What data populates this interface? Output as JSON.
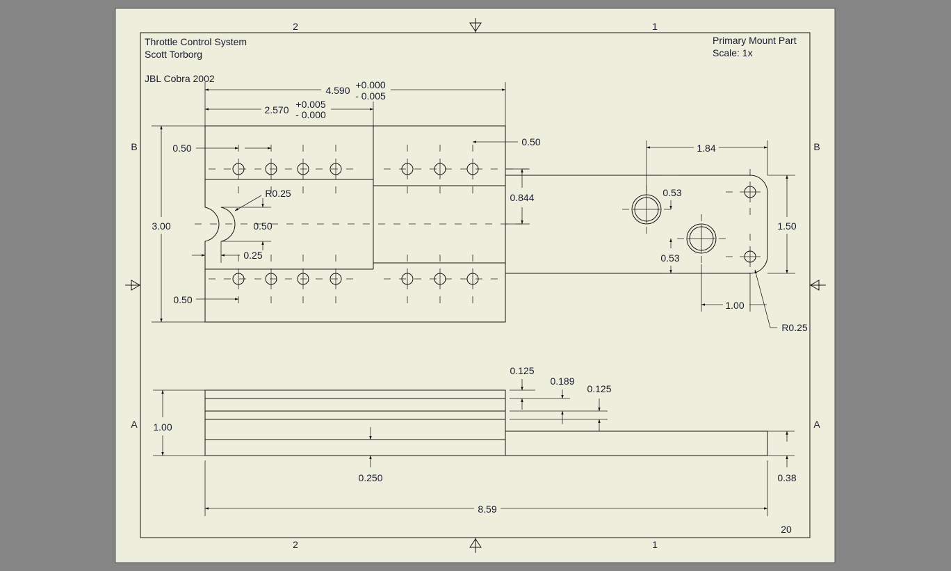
{
  "title_block": {
    "project": "Throttle Control System",
    "author": "Scott Torborg",
    "vehicle": "JBL Cobra 2002",
    "part_name": "Primary Mount Part",
    "scale": "Scale: 1x",
    "sheet_number": "20"
  },
  "zones": {
    "top_left": "2",
    "top_right": "1",
    "bottom_left": "2",
    "bottom_right": "1",
    "left_upper": "B",
    "left_lower": "A",
    "right_upper": "B",
    "right_lower": "A"
  },
  "dimensions": {
    "overall_length": "4.590",
    "overall_tol_plus": "+0.000",
    "overall_tol_minus": "- 0.005",
    "step_length": "2.570",
    "step_tol_plus": "+0.005",
    "step_tol_minus": "- 0.000",
    "hole_edge_top": "0.50",
    "hole_pitch_right": "0.50",
    "slot_radius": "R0.25",
    "height": "3.00",
    "slot_width": "0.50",
    "slot_depth": "0.25",
    "hole_edge_bottom": "0.50",
    "step_height": "0.844",
    "tab_hole_offset": "1.84",
    "tab_hole_vert_upper": "0.53",
    "tab_hole_vert_lower": "0.53",
    "tab_width": "1.50",
    "tab_hole_spacing": "1.00",
    "tab_corner_radius": "R0.25",
    "side_height": "1.00",
    "layer_top": "0.125",
    "layer_mid": "0.189",
    "layer_third": "0.125",
    "base_thickness": "0.250",
    "tab_thickness": "0.38",
    "total_length": "8.59"
  }
}
